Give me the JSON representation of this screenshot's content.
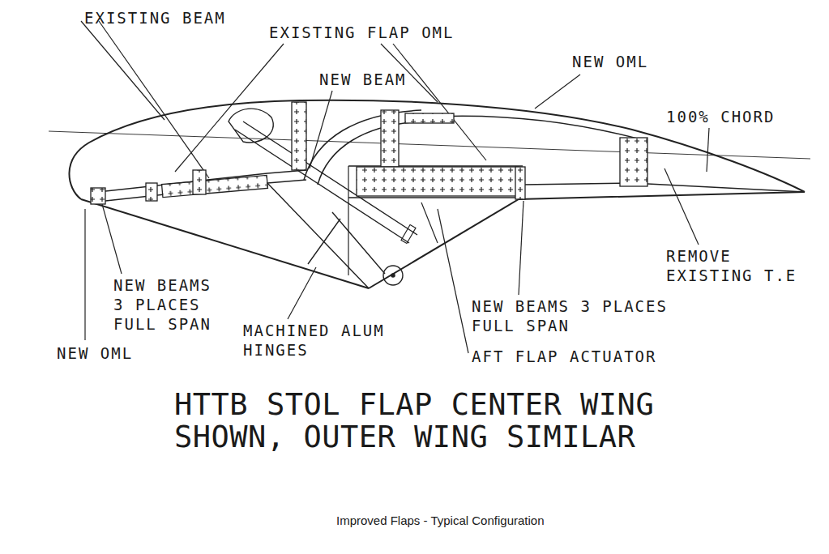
{
  "diagram": {
    "title": "HTTB STOL FLAP CENTER WING SHOWN, OUTER WING SIMILAR",
    "caption": "Improved Flaps - Typical Configuration",
    "labels": [
      "EXISTING BEAM",
      "EXISTING FLAP OML",
      "NEW BEAM",
      "NEW OML",
      "100% CHORD",
      "REMOVE EXISTING T.E",
      "NEW BEAMS 3 PLACES FULL SPAN",
      "NEW OML",
      "MACHINED ALUM HINGES",
      "NEW BEAMS 3 PLACES FULL SPAN",
      "AFT FLAP ACTUATOR"
    ]
  }
}
